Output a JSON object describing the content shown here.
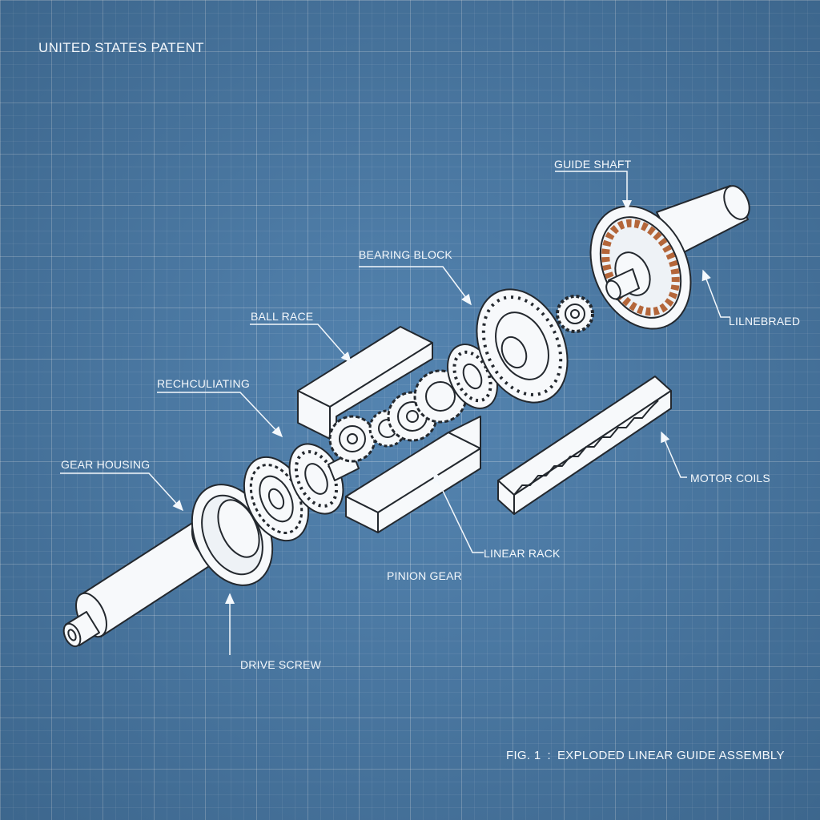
{
  "header": {
    "text": "UNITED STATES PATENT"
  },
  "labels": {
    "guide_shaft": "GUIDE SHAFT",
    "bearing_block": "BEARING BLOCK",
    "ball_race": "BALL RACE",
    "recirculating": "RECHCULIATING",
    "gear_housing": "GEAR HOUSING",
    "linebraed": "LILNEBRAED",
    "motor_coils": "MOTOR COILS",
    "linear_rack": "LINEAR RACK",
    "pinion_gear": "PINION GEAR",
    "drive_screw": "DRIVE SCREW"
  },
  "caption": {
    "fig": "FIG. 1",
    "sep": ":",
    "title": "EXPLODED LINEAR GUIDE ASSEMBLY"
  },
  "colors": {
    "background": "#4a7dac",
    "part_fill": "#f7f9fb",
    "line": "#23282e",
    "coil": "#b4663a",
    "annotation": "#f4f8fc"
  }
}
